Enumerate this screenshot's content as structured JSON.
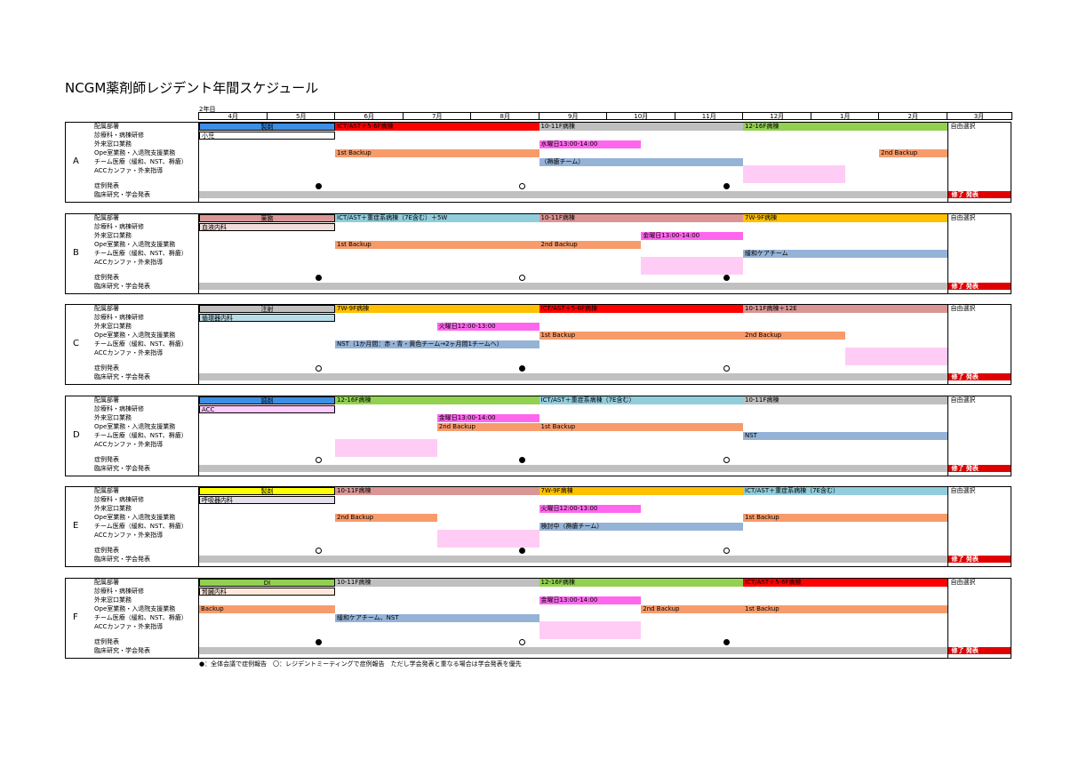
{
  "title": "NCGM薬剤師レジデント年間スケジュール",
  "year_label": "2年目",
  "months": [
    "4月",
    "5月",
    "6月",
    "7月",
    "8月",
    "9月",
    "10月",
    "11月",
    "12月",
    "1月",
    "2月",
    "3月"
  ],
  "row_labels": [
    "配属部署",
    "診療科・病棟研修",
    "外来窓口業務",
    "Ope室業務・入退院支援業務",
    "チーム医療（緩和、NST、褥瘡）",
    "ACCカンファ・外来指導",
    "症例発表",
    "臨床研究・学会発表"
  ],
  "free_choice": "自由選択",
  "shuryo": "修了 発表",
  "colors": {
    "blue": "#3d8ee6",
    "red": "#ff0000",
    "grey": "#bfbfbf",
    "green": "#92d050",
    "orange": "#f79b6b",
    "magenta": "#ff66ee",
    "steel": "#95b3d7",
    "pink": "#ffccf5",
    "rose": "#d99694",
    "teal": "#92cddc",
    "amber": "#ffc000",
    "yellow": "#ffff00",
    "lavender": "#e6e0ec",
    "salmon": "#f2dcdb",
    "skyblue": "#b7dde8",
    "peach": "#fde9d9",
    "lightmag": "#ffccff"
  },
  "groups": [
    {
      "letter": "A",
      "assign": [
        {
          "text": "製剤",
          "start": 0,
          "end": 2,
          "color": "blue",
          "center": true
        },
        {
          "text": "ICT/AST＋5-6F病棟",
          "start": 2,
          "end": 5,
          "color": "red"
        },
        {
          "text": "10-11F病棟",
          "start": 5,
          "end": 8,
          "color": "grey"
        },
        {
          "text": "12-16F病棟",
          "start": 8,
          "end": 11,
          "color": "green"
        }
      ],
      "ward": {
        "text": "小児",
        "color": "white"
      },
      "outpatient": [
        {
          "text": "水曜日13:00-14:00",
          "start": 5,
          "end": 6.5,
          "color": "magenta"
        }
      ],
      "ope": [
        {
          "text": "1st Backup",
          "start": 2,
          "end": 5,
          "color": "orange"
        },
        {
          "text": "2nd Backup",
          "start": 10,
          "end": 11,
          "color": "orange"
        }
      ],
      "team": [
        {
          "text": "（褥瘡チーム）",
          "start": 5,
          "end": 8,
          "color": "steel"
        }
      ],
      "acc": [
        {
          "start": 8,
          "end": 9.5,
          "color": "pink"
        }
      ],
      "dots": [
        {
          "pos": 1.75,
          "filled": true
        },
        {
          "pos": 4.75,
          "filled": false
        },
        {
          "pos": 7.75,
          "filled": true
        }
      ]
    },
    {
      "letter": "B",
      "assign": [
        {
          "text": "薬務",
          "start": 0,
          "end": 2,
          "color": "rose",
          "center": true
        },
        {
          "text": "ICT/AST＋重症系病棟（7E含む）＋5W",
          "start": 2,
          "end": 5,
          "color": "teal"
        },
        {
          "text": "10-11F病棟",
          "start": 5,
          "end": 8,
          "color": "rose"
        },
        {
          "text": "7W-9F病棟",
          "start": 8,
          "end": 11,
          "color": "amber"
        }
      ],
      "ward": {
        "text": "血液内科",
        "color": "salmon"
      },
      "outpatient": [
        {
          "text": "金曜日13:00-14:00",
          "start": 6.5,
          "end": 8,
          "color": "magenta"
        }
      ],
      "ope": [
        {
          "text": "1st Backup",
          "start": 2,
          "end": 5,
          "color": "orange"
        },
        {
          "text": "2nd Backup",
          "start": 5,
          "end": 6.5,
          "color": "orange"
        }
      ],
      "team": [
        {
          "text": "緩和ケアチーム",
          "start": 8,
          "end": 11,
          "color": "steel"
        }
      ],
      "acc": [
        {
          "start": 6.5,
          "end": 8,
          "color": "pink"
        }
      ],
      "dots": [
        {
          "pos": 1.75,
          "filled": true
        },
        {
          "pos": 4.75,
          "filled": false
        },
        {
          "pos": 7.75,
          "filled": true
        }
      ]
    },
    {
      "letter": "C",
      "assign": [
        {
          "text": "注射",
          "start": 0,
          "end": 2,
          "color": "grey",
          "center": true
        },
        {
          "text": "7W-9F病棟",
          "start": 2,
          "end": 5,
          "color": "amber"
        },
        {
          "text": "ICT/AST＋5-6F病棟",
          "start": 5,
          "end": 8,
          "color": "red"
        },
        {
          "text": "10-11F病棟＋12E",
          "start": 8,
          "end": 11,
          "color": "rose"
        }
      ],
      "ward": {
        "text": "循環器内科",
        "color": "skyblue"
      },
      "outpatient": [
        {
          "text": "火曜日12:00-13:00",
          "start": 3.5,
          "end": 5,
          "color": "magenta"
        }
      ],
      "ope": [
        {
          "text": "1st Backup",
          "start": 5,
          "end": 8,
          "color": "orange"
        },
        {
          "text": "2nd Backup",
          "start": 8,
          "end": 9.5,
          "color": "orange"
        }
      ],
      "team": [
        {
          "text": "NST（1か月間：赤・青・黄色チーム→2ヶ月間1チームへ）",
          "start": 2,
          "end": 5,
          "color": "steel"
        }
      ],
      "acc": [
        {
          "start": 9.5,
          "end": 11,
          "color": "pink"
        }
      ],
      "dots": [
        {
          "pos": 1.75,
          "filled": false
        },
        {
          "pos": 4.75,
          "filled": true
        },
        {
          "pos": 7.75,
          "filled": false
        }
      ]
    },
    {
      "letter": "D",
      "assign": [
        {
          "text": "調剤",
          "start": 0,
          "end": 2,
          "color": "blue",
          "center": true
        },
        {
          "text": "12-16F病棟",
          "start": 2,
          "end": 5,
          "color": "green"
        },
        {
          "text": "ICT/AST＋重症系病棟（7E含む）",
          "start": 5,
          "end": 8,
          "color": "teal"
        },
        {
          "text": "10-11F病棟",
          "start": 8,
          "end": 11,
          "color": "grey"
        }
      ],
      "ward": {
        "text": "ACC",
        "color": "lightmag"
      },
      "outpatient": [
        {
          "text": "金曜日13:00-14:00",
          "start": 3.5,
          "end": 5,
          "color": "magenta"
        }
      ],
      "ope": [
        {
          "text": "2nd Backup",
          "start": 3.5,
          "end": 5,
          "color": "orange"
        },
        {
          "text": "1st Backup",
          "start": 5,
          "end": 8,
          "color": "orange"
        }
      ],
      "team": [
        {
          "text": "NST",
          "start": 8,
          "end": 11,
          "color": "steel"
        }
      ],
      "acc": [
        {
          "start": 2,
          "end": 3.5,
          "color": "pink"
        }
      ],
      "dots": [
        {
          "pos": 1.75,
          "filled": false
        },
        {
          "pos": 4.75,
          "filled": true
        },
        {
          "pos": 7.75,
          "filled": false
        }
      ]
    },
    {
      "letter": "E",
      "assign": [
        {
          "text": "製剤",
          "start": 0,
          "end": 2,
          "color": "yellow",
          "center": true
        },
        {
          "text": "10-11F病棟",
          "start": 2,
          "end": 5,
          "color": "rose"
        },
        {
          "text": "7W-9F病棟",
          "start": 5,
          "end": 8,
          "color": "amber"
        },
        {
          "text": "ICT/AST＋重症系病棟（7E含む）",
          "start": 8,
          "end": 11,
          "color": "teal"
        }
      ],
      "ward": {
        "text": "呼吸器内科",
        "color": "lavender"
      },
      "outpatient": [
        {
          "text": "火曜日12:00-13:00",
          "start": 5,
          "end": 6.5,
          "color": "magenta"
        }
      ],
      "ope": [
        {
          "text": "2nd Backup",
          "start": 2,
          "end": 3.5,
          "color": "orange"
        },
        {
          "text": "1st Backup",
          "start": 8,
          "end": 11,
          "color": "orange"
        }
      ],
      "team": [
        {
          "text": "検討中（褥瘡チーム）",
          "start": 5,
          "end": 8,
          "color": "steel"
        }
      ],
      "acc": [
        {
          "start": 3.5,
          "end": 5,
          "color": "pink"
        }
      ],
      "dots": [
        {
          "pos": 1.75,
          "filled": false
        },
        {
          "pos": 4.75,
          "filled": true
        },
        {
          "pos": 7.75,
          "filled": false
        }
      ]
    },
    {
      "letter": "F",
      "assign": [
        {
          "text": "DI",
          "start": 0,
          "end": 2,
          "color": "green",
          "center": true
        },
        {
          "text": "10-11F病棟",
          "start": 2,
          "end": 5,
          "color": "grey"
        },
        {
          "text": "12-16F病棟",
          "start": 5,
          "end": 8,
          "color": "green"
        },
        {
          "text": "ICT/AST＋5-6F病棟",
          "start": 8,
          "end": 11,
          "color": "red"
        }
      ],
      "ward": {
        "text": "腎臓内科",
        "color": "peach"
      },
      "outpatient": [
        {
          "text": "金曜日13:00-14:00",
          "start": 5,
          "end": 6.5,
          "color": "magenta"
        }
      ],
      "ope": [
        {
          "text": "Backup",
          "start": 0,
          "end": 2,
          "color": "orange"
        },
        {
          "text": "2nd Backup",
          "start": 6.5,
          "end": 8,
          "color": "orange"
        },
        {
          "text": "1st Backup",
          "start": 8,
          "end": 11,
          "color": "orange"
        }
      ],
      "team": [
        {
          "text": "緩和ケアチーム、NST",
          "start": 2,
          "end": 5,
          "color": "steel"
        }
      ],
      "acc": [
        {
          "start": 5,
          "end": 6.5,
          "color": "pink"
        }
      ],
      "dots": [
        {
          "pos": 1.75,
          "filled": true
        },
        {
          "pos": 4.75,
          "filled": false
        },
        {
          "pos": 7.75,
          "filled": true
        }
      ]
    }
  ],
  "footnote": "●：全体会議で症例報告　〇：レジデントミーティングで症例報告　ただし学会発表と重なる場合は学会発表を優先"
}
